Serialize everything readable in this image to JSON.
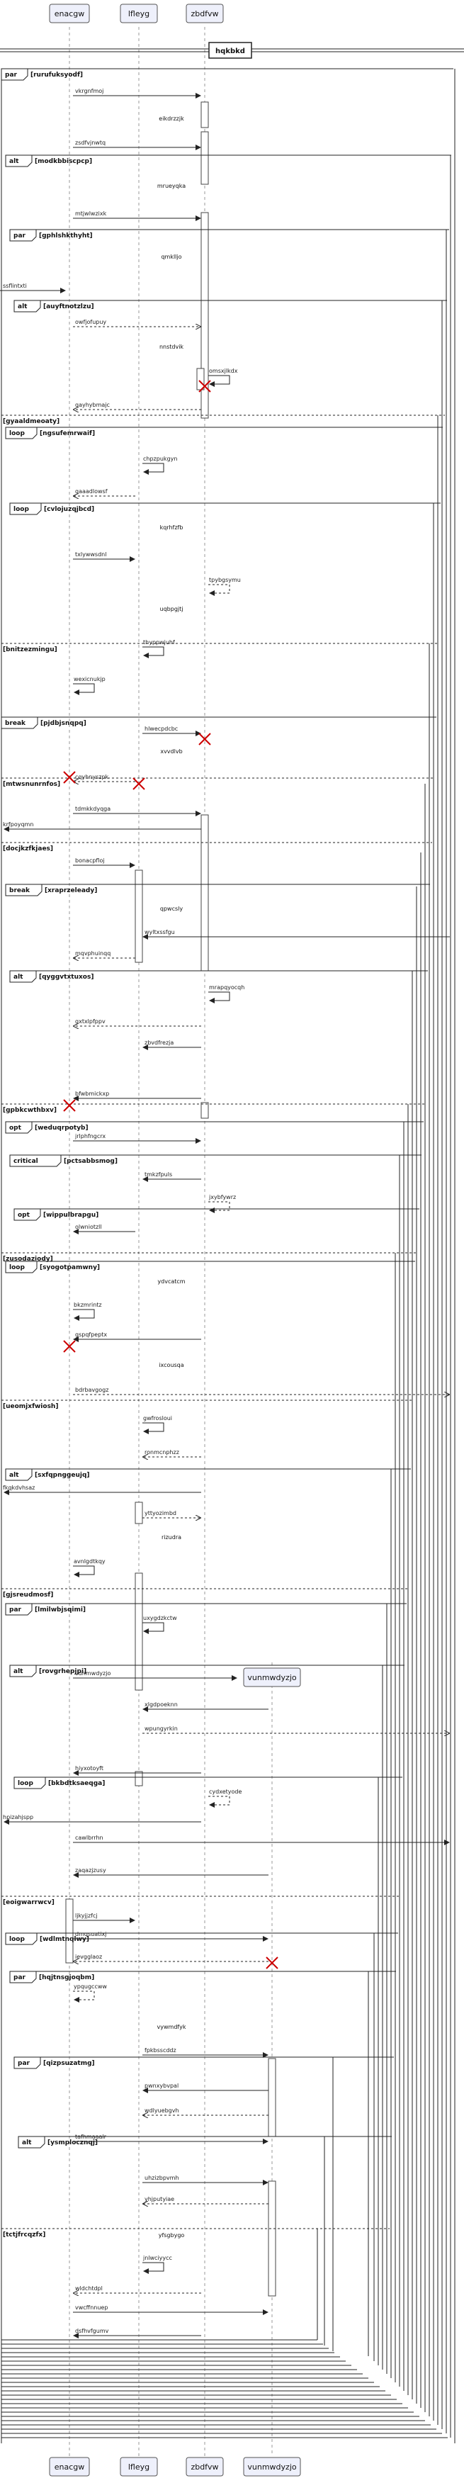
{
  "diagram": {
    "title": "hqkbkd",
    "participants": [
      "enacgw",
      "lfleyg",
      "zbdfvw",
      "vunmwdyzjo"
    ],
    "fragments": [
      {
        "kind": "par",
        "cond": "[rurufuksyodf]"
      },
      {
        "kind": "alt",
        "cond": "[modkbbiscpcp]"
      },
      {
        "kind": "par",
        "cond": "[gphlshkthyht]"
      },
      {
        "kind": "alt",
        "cond": "[auyftnotzlzu]"
      },
      {
        "kind": "",
        "cond": "[gyaaldmeoaty]"
      },
      {
        "kind": "loop",
        "cond": "[ngsufemrwaif]"
      },
      {
        "kind": "loop",
        "cond": "[cvlojuzqjbcd]"
      },
      {
        "kind": "",
        "cond": "[bnitzezmingu]"
      },
      {
        "kind": "break",
        "cond": "[pjdbjsnqpq]"
      },
      {
        "kind": "",
        "cond": "[mtwsnunrnfos]"
      },
      {
        "kind": "",
        "cond": "[docjkzfkjaes]"
      },
      {
        "kind": "break",
        "cond": "[xraprzeleady]"
      },
      {
        "kind": "alt",
        "cond": "[qyggvtxtuxos]"
      },
      {
        "kind": "",
        "cond": "[gpbkcwthbxv]"
      },
      {
        "kind": "opt",
        "cond": "[weduqrpotyb]"
      },
      {
        "kind": "critical",
        "cond": "[pctsabbsmog]"
      },
      {
        "kind": "opt",
        "cond": "[wippulbrapgu]"
      },
      {
        "kind": "",
        "cond": "[zusodaziody]"
      },
      {
        "kind": "loop",
        "cond": "[syogotpamwny]"
      },
      {
        "kind": "",
        "cond": "[ueomjxfwiosh]"
      },
      {
        "kind": "alt",
        "cond": "[sxfqpnggeujq]"
      },
      {
        "kind": "",
        "cond": "[gjsreudmosf]"
      },
      {
        "kind": "par",
        "cond": "[lmilwbjsqimi]"
      },
      {
        "kind": "alt",
        "cond": "[rovgrhepjpi]"
      },
      {
        "kind": "loop",
        "cond": "[bkbdtksaeqga]"
      },
      {
        "kind": "",
        "cond": "[eoigwarrwcv]"
      },
      {
        "kind": "loop",
        "cond": "[wdlmtnqlwy]"
      },
      {
        "kind": "par",
        "cond": "[hqjtnsgjoqbm]"
      },
      {
        "kind": "par",
        "cond": "[qizpsuzatmg]"
      },
      {
        "kind": "alt",
        "cond": "[ysmplocznqj]"
      },
      {
        "kind": "",
        "cond": "[tctjfrcqzfx]"
      }
    ],
    "messages": [
      "vkrgnfmoj",
      "eikdrzzjk",
      "zsdfvjnwtq",
      "mrueyqka",
      "mtjwlwzixk",
      "qmklljo",
      "ssflintxti",
      "owfjofupuy",
      "nnstdvik",
      "omsxjlkdx",
      "qayhybmajc",
      "chpzpukgyn",
      "qaaadlowsf",
      "kqrhfzfb",
      "txlywwsdnl",
      "tpybgsymu",
      "uqbpgjtj",
      "thyppwjuhf",
      "wexicnukjp",
      "hlwecpdcbc",
      "xvvdlvb",
      "cqyhnyszpk",
      "tdmkkdyqga",
      "krfpoyqmn",
      "bonacpfloj",
      "qpwcsly",
      "wyltxssfgu",
      "mqvphuinqq",
      "mrapqyocqh",
      "gxtxlpfppv",
      "zbvdfrezja",
      "bfwbmickxp",
      "jrlphfngcrx",
      "tmkzfpuls",
      "jxybfywrz",
      "olwniotzll",
      "ydvcatcm",
      "bkzmrintz",
      "gspqfpeptx",
      "ixcousqa",
      "bdrbavgogz",
      "gwfrosloui",
      "ronmcnphzz",
      "fkqkdvhsaz",
      "yttyozimbd",
      "rizudra",
      "avnlgdtkqy",
      "uxygdzkctw",
      "vunmwdyzjo",
      "xlgdpoeknn",
      "wpungyrkin",
      "hiyxotoyft",
      "cydxetyode",
      "hpizahjspp",
      "cawlbrrhn",
      "zaqazjzusy",
      "ljkyjjzfcj",
      "dmqsuatixj",
      "ievgglaoz",
      "ypqugccww",
      "vywmdfyk",
      "fpkbsscddz",
      "pwnxybvpal",
      "wdlyuebgvh",
      "tafhmaaalr",
      "uhzizbpvmh",
      "yhjputyiae",
      "yfsgbygo",
      "jnlwciyycc",
      "wldchtdpl",
      "vwcffnnuep",
      "dsfhvfgumv"
    ]
  }
}
